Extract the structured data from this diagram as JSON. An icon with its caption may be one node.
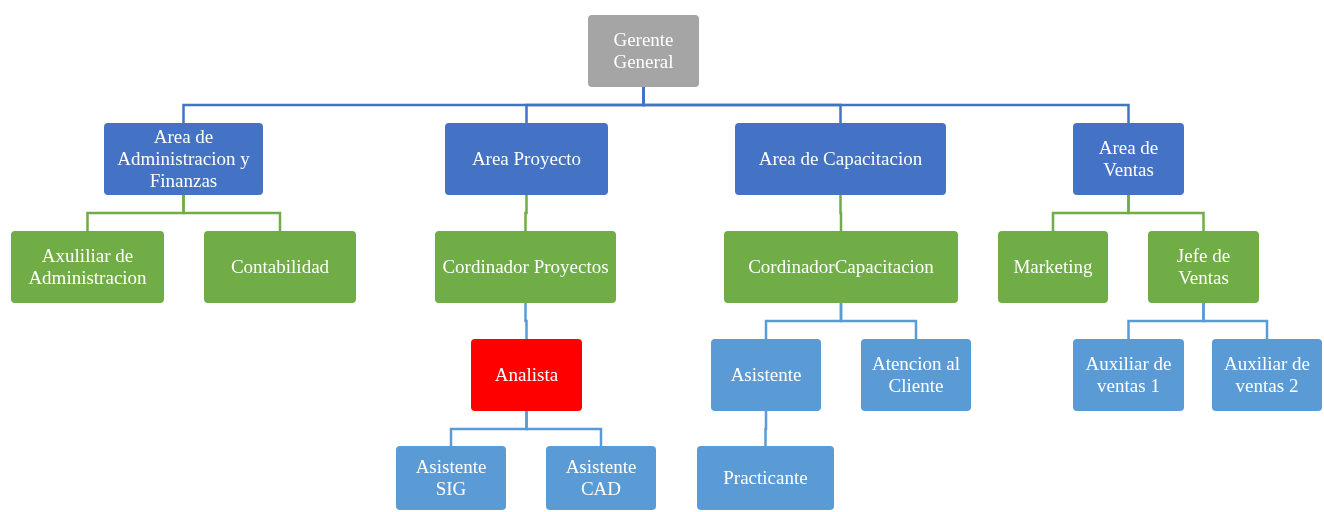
{
  "diagram": {
    "nodes": [
      {
        "text": [
          "Gerente General"
        ]
      },
      {
        "text": [
          "Area de Administracion y Finanzas"
        ]
      },
      {
        "text": [
          "Area Proyecto"
        ]
      },
      {
        "text": [
          "Area de Capacitacion"
        ]
      },
      {
        "text": [
          "Area de Ventas"
        ]
      },
      {
        "text": [
          "Axuliliar de Administracion"
        ]
      },
      {
        "text": [
          "Contabilidad"
        ]
      },
      {
        "text": [
          "Cordinador Proyectos"
        ]
      },
      {
        "text": [
          "CordinadorCapacitacion"
        ]
      },
      {
        "text": [
          "Marketing"
        ]
      },
      {
        "text": [
          "Jefe de Ventas"
        ]
      },
      {
        "text": [
          "Analista"
        ]
      },
      {
        "text": [
          "Asistente"
        ]
      },
      {
        "text": [
          "Atencion al Cliente"
        ]
      },
      {
        "text": [
          "Auxiliar de ventas 1"
        ]
      },
      {
        "text": [
          "Auxiliar de ventas 2"
        ]
      },
      {
        "text": [
          "Asistente SIG"
        ]
      },
      {
        "text": [
          "Asistente CAD"
        ]
      },
      {
        "text": [
          "Practicante"
        ]
      }
    ],
    "edges": [
      {
        "from": 0,
        "to": 1,
        "arrow": "none",
        "color": "#4472c4"
      },
      {
        "from": 0,
        "to": 2,
        "arrow": "none",
        "color": "#4472c4"
      },
      {
        "from": 0,
        "to": 3,
        "arrow": "none",
        "color": "#4472c4"
      },
      {
        "from": 0,
        "to": 4,
        "arrow": "none",
        "color": "#4472c4"
      },
      {
        "from": 1,
        "to": 5,
        "arrow": "none",
        "color": "#70ad47"
      },
      {
        "from": 1,
        "to": 6,
        "arrow": "none",
        "color": "#70ad47"
      },
      {
        "from": 2,
        "to": 7,
        "arrow": "none",
        "color": "#70ad47"
      },
      {
        "from": 3,
        "to": 8,
        "arrow": "none",
        "color": "#70ad47"
      },
      {
        "from": 4,
        "to": 9,
        "arrow": "none",
        "color": "#70ad47"
      },
      {
        "from": 4,
        "to": 10,
        "arrow": "none",
        "color": "#70ad47"
      },
      {
        "from": 7,
        "to": 11,
        "arrow": "none"
      },
      {
        "from": 8,
        "to": 12,
        "arrow": "none"
      },
      {
        "from": 8,
        "to": 13,
        "arrow": "none"
      },
      {
        "from": 10,
        "to": 14,
        "arrow": "none"
      },
      {
        "from": 10,
        "to": 15,
        "arrow": "none"
      },
      {
        "from": 11,
        "to": 16,
        "arrow": "none"
      },
      {
        "from": 11,
        "to": 17,
        "arrow": "none"
      },
      {
        "from": 12,
        "to": 18,
        "arrow": "none"
      }
    ]
  }
}
